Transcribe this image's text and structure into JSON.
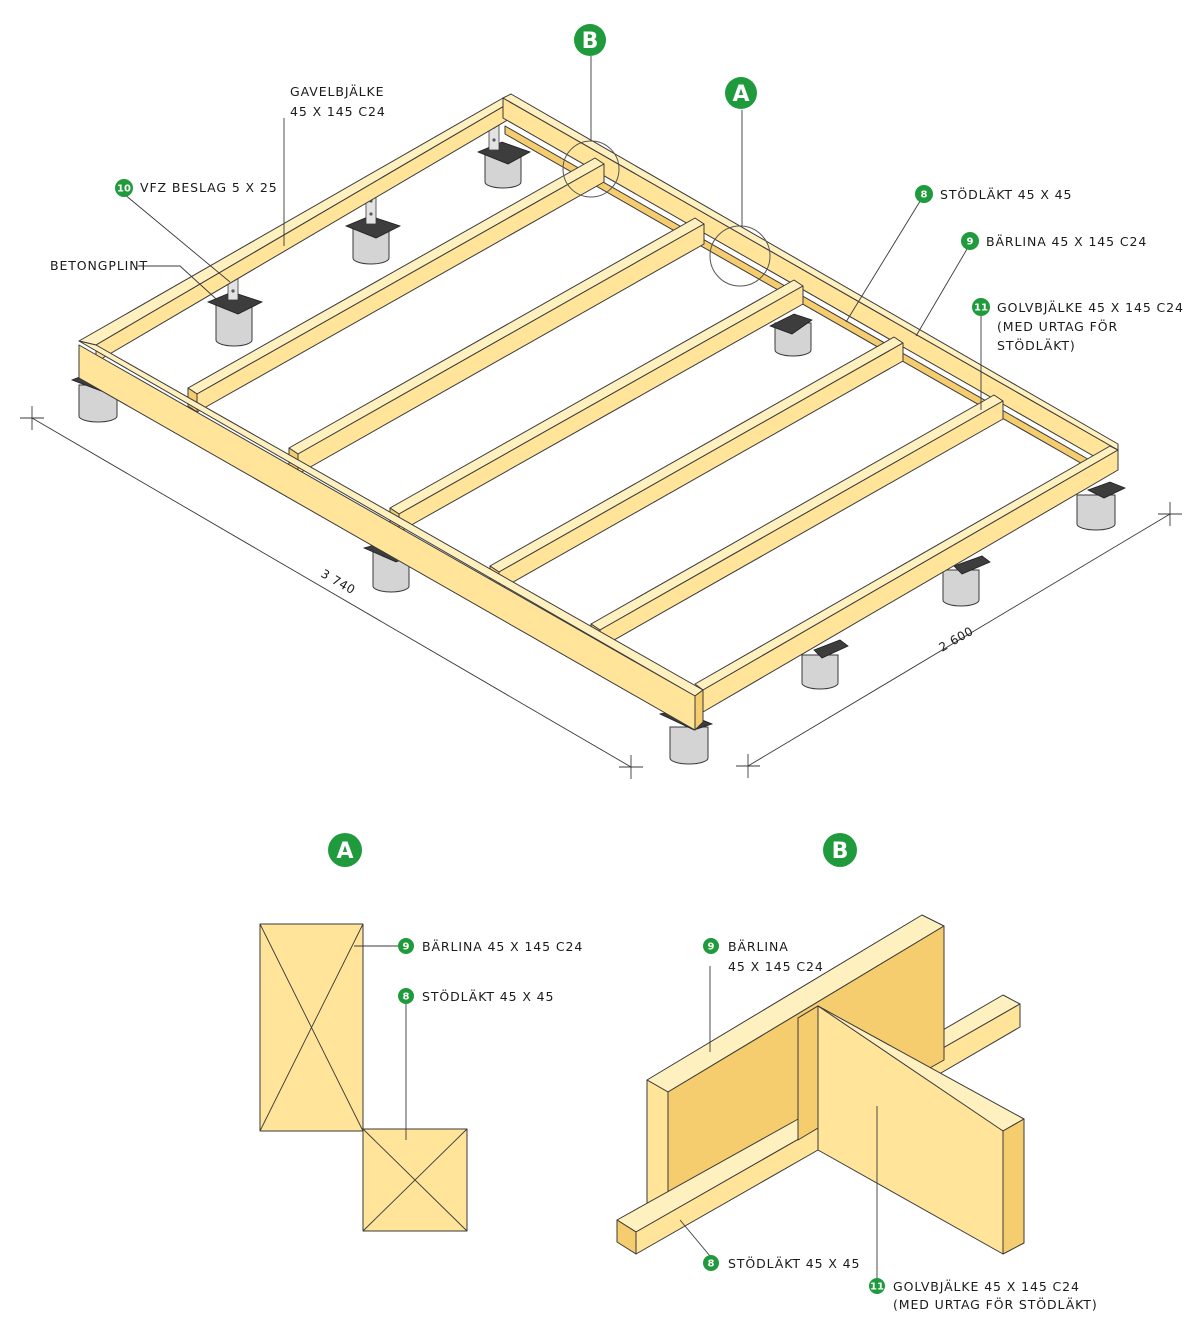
{
  "colors": {
    "accent_green": "#1f9a3c",
    "wood_face": "#ffe49a",
    "wood_side": "#f5cd6e",
    "wood_top": "#fff0bf",
    "concrete": "#d4d4d4",
    "line": "#3a3a3a"
  },
  "detail_markers": {
    "a": "A",
    "b": "B"
  },
  "callouts": {
    "gavelbjalke_line1": "GAVELBJÄLKE",
    "gavelbjalke_line2": "45 X 145 C24",
    "beslag_num": "10",
    "beslag": "VFZ BESLAG 5 X 25",
    "betongplint": "BETONGPLINT",
    "stodlakt_num": "8",
    "stodlakt": "STÖDLÄKT 45 X 45",
    "barlina_num": "9",
    "barlina": "BÄRLINA 45 X 145 C24",
    "golvbjalke_num": "11",
    "golvbjalke_line1": "GOLVBJÄLKE 45 X 145 C24",
    "golvbjalke_line2": "(MED URTAG FÖR",
    "golvbjalke_line3": "STÖDLÄKT)"
  },
  "dimensions": {
    "length": "3 740",
    "width": "2 600"
  },
  "detail_a": {
    "letter": "A",
    "barlina_num": "9",
    "barlina": "BÄRLINA 45 X 145 C24",
    "stodlakt_num": "8",
    "stodlakt": "STÖDLÄKT 45 X 45"
  },
  "detail_b": {
    "letter": "B",
    "barlina_num": "9",
    "barlina_line1": "BÄRLINA",
    "barlina_line2": "45 X 145 C24",
    "stodlakt_num": "8",
    "stodlakt": "STÖDLÄKT 45 X 45",
    "golvbjalke_num": "11",
    "golvbjalke_line1": "GOLVBJÄLKE 45 X 145 C24",
    "golvbjalke_line2": "(MED URTAG FÖR STÖDLÄKT)"
  }
}
